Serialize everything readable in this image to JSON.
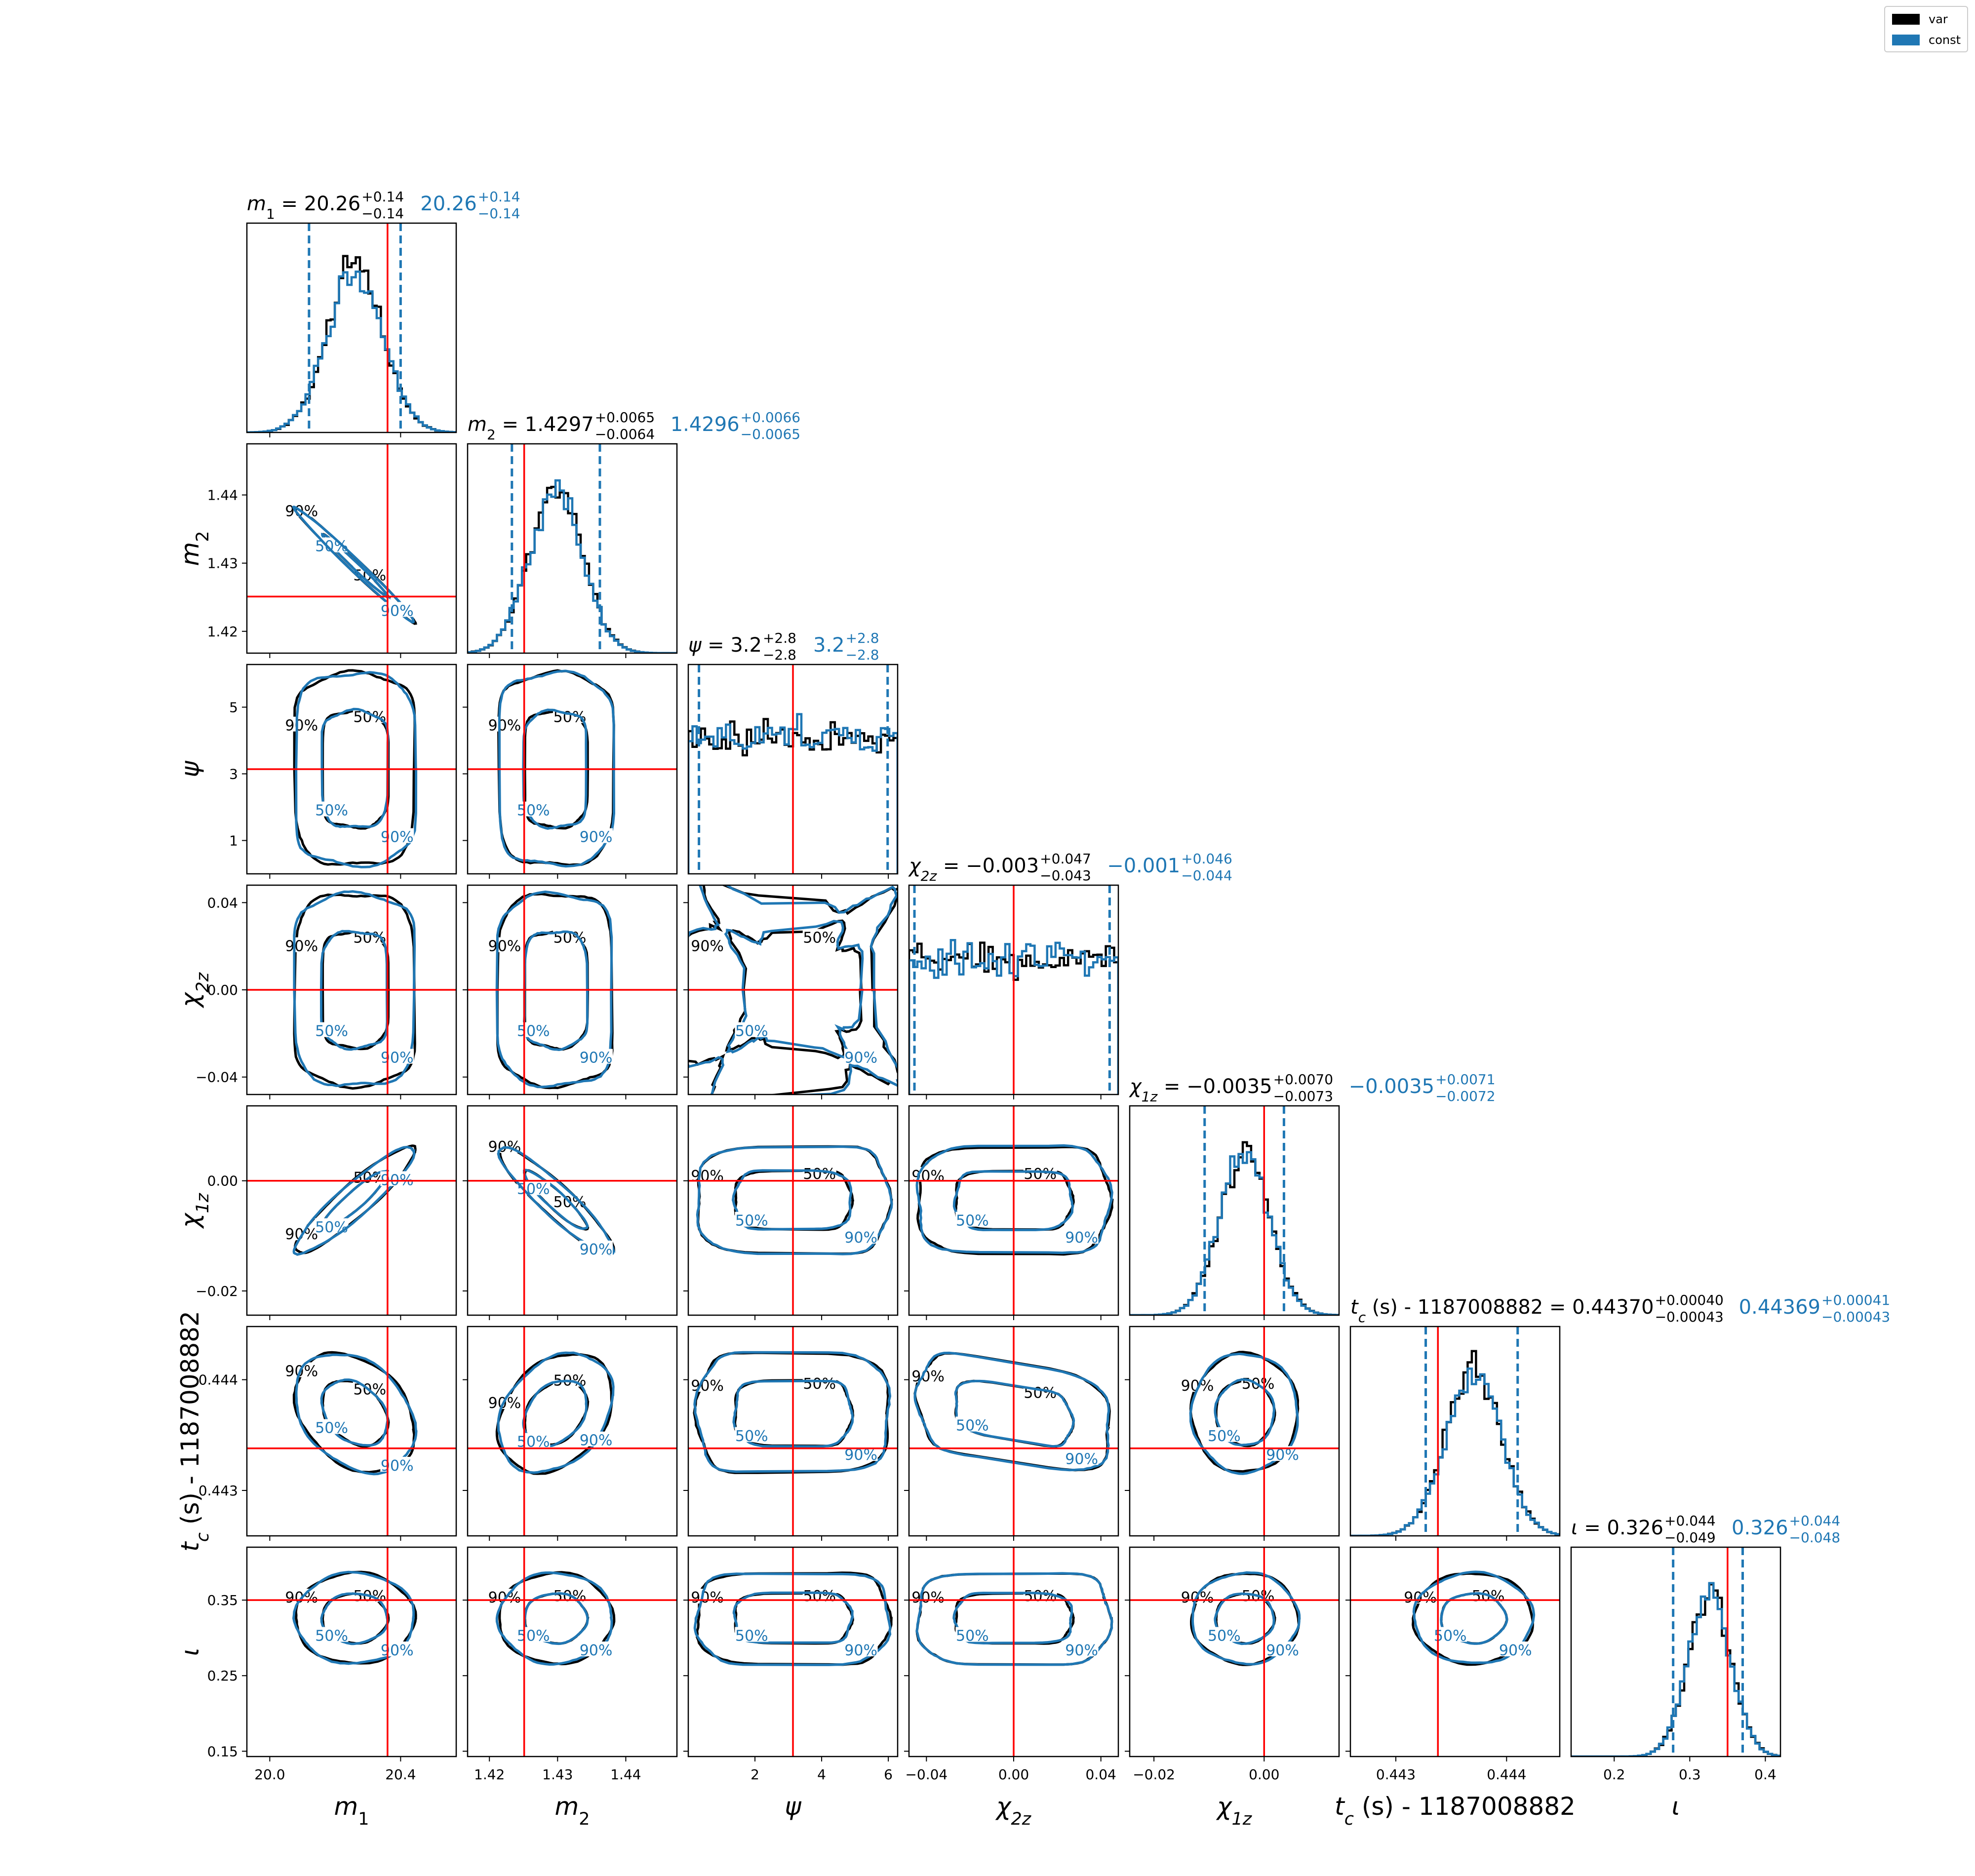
{
  "legend": [
    {
      "label": "var",
      "color": "#000000"
    },
    {
      "label": "const",
      "color": "#1f77b4"
    }
  ],
  "colors": {
    "var": "#000000",
    "const": "#1f77b4",
    "truth": "#ff0000",
    "contour_label_50": "50%",
    "contour_label_90": "90%"
  },
  "chart_data": {
    "type": "corner",
    "parameters": [
      {
        "key": "m1",
        "sym": "m",
        "sub": "1",
        "italic_sub": false,
        "label": "m_1",
        "range": [
          19.93,
          20.57
        ],
        "truth": 20.36,
        "median": 20.26,
        "sigma": 0.085,
        "title_var": {
          "prefix": "= 20.26",
          "plus": "+0.14",
          "minus": "−0.14"
        },
        "title_const": {
          "value": "20.26",
          "plus": "+0.14",
          "minus": "−0.14"
        },
        "q_low": 20.12,
        "q_high": 20.4,
        "ticks": [
          {
            "v": 20.0,
            "t": "20.0"
          },
          {
            "v": 20.4,
            "t": "20.4"
          }
        ]
      },
      {
        "key": "m2",
        "sym": "m",
        "sub": "2",
        "italic_sub": false,
        "label": "m_2",
        "range": [
          1.4168,
          1.4475
        ],
        "truth": 1.4251,
        "median": 1.4297,
        "sigma": 0.0039,
        "title_var": {
          "prefix": "= 1.4297",
          "plus": "+0.0065",
          "minus": "−0.0064"
        },
        "title_const": {
          "value": "1.4296",
          "plus": "+0.0066",
          "minus": "−0.0065"
        },
        "q_low": 1.4233,
        "q_high": 1.4362,
        "ticks": [
          {
            "v": 1.42,
            "t": "1.42"
          },
          {
            "v": 1.43,
            "t": "1.43"
          },
          {
            "v": 1.44,
            "t": "1.44"
          }
        ]
      },
      {
        "key": "psi",
        "sym": "ψ",
        "sub": "",
        "italic_sub": false,
        "label": "ψ",
        "range": [
          0.0,
          6.28
        ],
        "truth": 3.14,
        "median": 3.2,
        "sigma": 99,
        "title_var": {
          "prefix": "= 3.2",
          "plus": "+2.8",
          "minus": "−2.8"
        },
        "title_const": {
          "value": "3.2",
          "plus": "+2.8",
          "minus": "−2.8"
        },
        "q_low": 0.32,
        "q_high": 5.98,
        "ticks": [
          {
            "v": 2,
            "t": "2"
          },
          {
            "v": 4,
            "t": "4"
          },
          {
            "v": 6,
            "t": "6"
          }
        ],
        "yticks": [
          {
            "v": 1,
            "t": "1"
          },
          {
            "v": 3,
            "t": "3"
          },
          {
            "v": 5,
            "t": "5"
          }
        ]
      },
      {
        "key": "chi2z",
        "sym": "χ",
        "sub": "2z",
        "italic_sub": true,
        "label": "χ_2z",
        "range": [
          -0.048,
          0.048
        ],
        "truth": 0.0,
        "median": -0.003,
        "sigma": 99,
        "title_var": {
          "prefix": "= −0.003",
          "plus": "+0.047",
          "minus": "−0.043"
        },
        "title_const": {
          "value": "−0.001",
          "plus": "+0.046",
          "minus": "−0.044"
        },
        "q_low": -0.0455,
        "q_high": 0.044,
        "ticks": [
          {
            "v": -0.04,
            "t": "−0.04"
          },
          {
            "v": 0.0,
            "t": "0.00"
          },
          {
            "v": 0.04,
            "t": "0.04"
          }
        ]
      },
      {
        "key": "chi1z",
        "sym": "χ",
        "sub": "1z",
        "italic_sub": true,
        "label": "χ_1z",
        "range": [
          -0.0244,
          0.0136
        ],
        "truth": 0.0,
        "median": -0.0035,
        "sigma": 0.0045,
        "title_var": {
          "prefix": "= −0.0035",
          "plus": "+0.0070",
          "minus": "−0.0073"
        },
        "title_const": {
          "value": "−0.0035",
          "plus": "+0.0071",
          "minus": "−0.0072"
        },
        "q_low": -0.0108,
        "q_high": 0.0036,
        "ticks": [
          {
            "v": -0.02,
            "t": "−0.02"
          },
          {
            "v": 0.0,
            "t": "0.00"
          }
        ],
        "yticks": [
          {
            "v": -0.02,
            "t": "−0.02"
          },
          {
            "v": 0.0,
            "t": "0.00"
          }
        ]
      },
      {
        "key": "tc",
        "sym": "t",
        "sub": "c",
        "italic_sub": true,
        "label": "t_c (s) - 1187008882",
        "unit_suffix": " (s) - 1187008882",
        "range": [
          0.44259,
          0.44448
        ],
        "truth": 0.44338,
        "median": 0.4437,
        "sigma": 0.00025,
        "title_var": {
          "prefix": "= 0.44370",
          "plus": "+0.00040",
          "minus": "−0.00043"
        },
        "title_const": {
          "value": "0.44369",
          "plus": "+0.00041",
          "minus": "−0.00043"
        },
        "q_low": 0.44327,
        "q_high": 0.4441,
        "ticks": [
          {
            "v": 0.443,
            "t": "0.443"
          },
          {
            "v": 0.444,
            "t": "0.444"
          }
        ]
      },
      {
        "key": "iota",
        "sym": "ι",
        "sub": "",
        "italic_sub": false,
        "label": "ι",
        "range": [
          0.143,
          0.42
        ],
        "truth": 0.35,
        "median": 0.326,
        "sigma": 0.028,
        "title_var": {
          "prefix": "= 0.326",
          "plus": "+0.044",
          "minus": "−0.049"
        },
        "title_const": {
          "value": "0.326",
          "plus": "+0.044",
          "minus": "−0.048"
        },
        "q_low": 0.278,
        "q_high": 0.37,
        "ticks": [
          {
            "v": 0.2,
            "t": "0.2"
          },
          {
            "v": 0.3,
            "t": "0.3"
          },
          {
            "v": 0.4,
            "t": "0.4"
          }
        ],
        "yticks": [
          {
            "v": 0.15,
            "t": "0.15"
          },
          {
            "v": 0.25,
            "t": "0.25"
          },
          {
            "v": 0.35,
            "t": "0.35"
          }
        ]
      }
    ],
    "correlations": {
      "1-0": -0.99,
      "4-0": 0.92,
      "4-1": -0.92,
      "5-0": -0.3,
      "5-1": 0.3,
      "5-3": -0.55,
      "6-0": 0.0,
      "6-1": 0.0
    }
  }
}
